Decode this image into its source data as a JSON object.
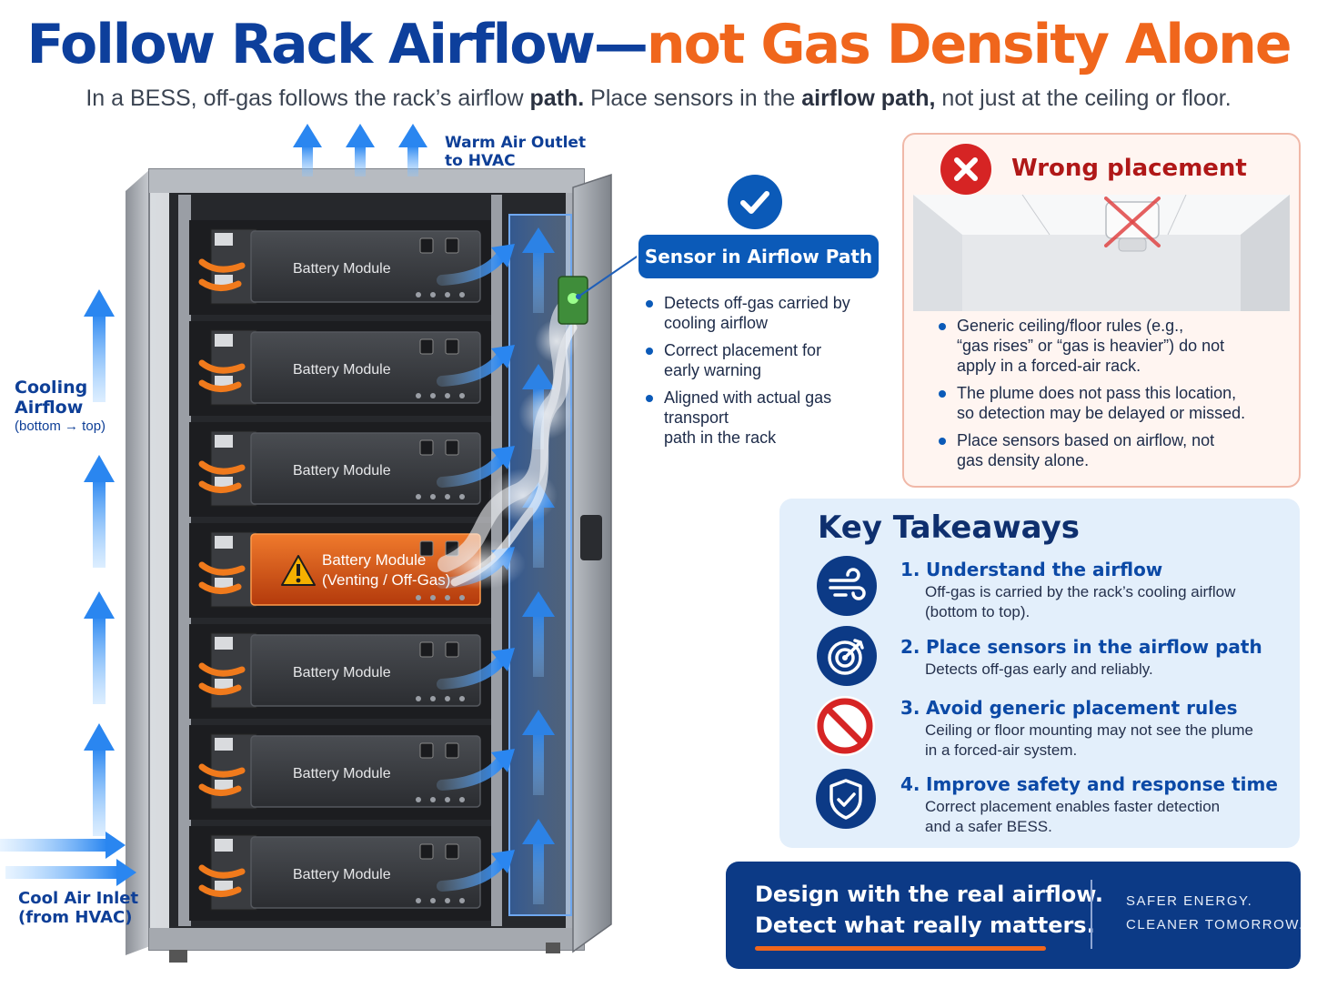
{
  "title": {
    "part1": "Follow Rack Airflow—",
    "part2": "not Gas Density Alone"
  },
  "subtitle": {
    "a": "In a BESS, off-gas follows the rack’s airflow ",
    "b": "path.",
    "c": " Place sensors in the ",
    "d": "airflow path,",
    "e": " not just at the ceiling or floor."
  },
  "rack": {
    "warm_air": [
      "Warm Air Outlet",
      "to HVAC"
    ],
    "cooling": [
      "Cooling",
      "Airflow",
      "(bottom → top)"
    ],
    "cool_inlet": [
      "Cool Air Inlet",
      "(from HVAC)"
    ],
    "module_label": "Battery Module",
    "venting_label": [
      "Battery Module",
      "(Venting / Off-Gas)"
    ],
    "module_count": 7,
    "venting_index": 3
  },
  "sensor": {
    "badge": "Sensor in Airflow Path",
    "bullets": [
      [
        "Detects off-gas carried by",
        "cooling airflow"
      ],
      [
        "Correct placement for",
        "early warning"
      ],
      [
        "Aligned with actual gas transport",
        "path in the rack"
      ]
    ]
  },
  "wrong": {
    "title": "Wrong placement",
    "bullets": [
      [
        "Generic ceiling/floor rules (e.g.,",
        "“gas rises” or “gas is heavier”) do not",
        "apply in a forced-air rack."
      ],
      [
        "The plume does not pass this location,",
        "so detection may be delayed or missed."
      ],
      [
        "Place sensors based on airflow, not",
        "gas density alone."
      ]
    ]
  },
  "takeaways": {
    "title": "Key Takeaways",
    "items": [
      {
        "num": "1.",
        "head": "Understand the airflow",
        "body": [
          "Off-gas is carried by the rack’s cooling airflow",
          "(bottom to top)."
        ],
        "icon": "airflow-icon"
      },
      {
        "num": "2.",
        "head": "Place sensors in the airflow path",
        "body": [
          "Detects off-gas early and reliably."
        ],
        "icon": "target-icon"
      },
      {
        "num": "3.",
        "head": "Avoid generic placement rules",
        "body": [
          "Ceiling or floor mounting may not see the plume",
          "in a forced-air system."
        ],
        "icon": "prohibited-icon"
      },
      {
        "num": "4.",
        "head": "Improve safety and response time",
        "body": [
          "Correct placement enables faster detection",
          "and a safer BESS."
        ],
        "icon": "shield-check-icon"
      }
    ]
  },
  "footer": {
    "line1": "Design with the real airflow.",
    "line2": "Detect what really matters.",
    "right1": "SAFER ENERGY.",
    "right2": "CLEANER TOMORROW."
  },
  "colors": {
    "navy": "#0e3f97",
    "orange": "#f0661c",
    "blue": "#0b5ab8",
    "red": "#d62424",
    "airflow": "#2f8ff0"
  }
}
